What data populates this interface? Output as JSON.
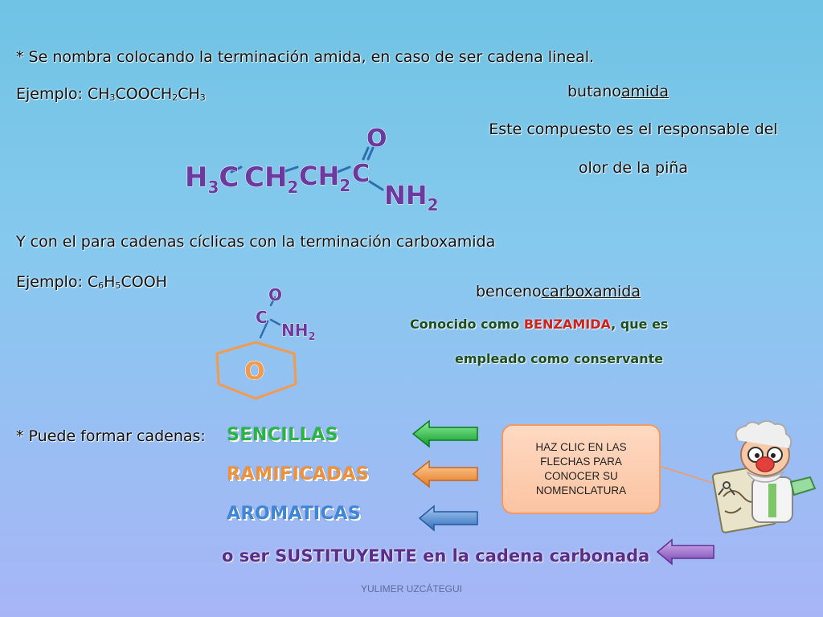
{
  "lines": {
    "rule1": "* Se nombra colocando la terminación amida, en caso de ser cadena lineal.",
    "example1_prefix": "Ejemplo:  ",
    "example1_formula": [
      "CH",
      "3",
      "COOCH",
      "2",
      "CH",
      "3"
    ],
    "name1_prefix": "butano",
    "name1_suffix": "amida",
    "desc1_line1": "Este compuesto es el responsable del",
    "desc1_line2": "olor de la piña",
    "rule2": "Y con el para cadenas cíclicas con la terminación carboxamida",
    "example2_prefix": "Ejemplo: ",
    "example2_formula": [
      "C",
      "6",
      "H",
      "5",
      "COOH"
    ],
    "name2_prefix": "benceno",
    "name2_suffix": "carboxamida",
    "desc2_part1": "Conocido como ",
    "desc2_highlight": "BENZAMIDA",
    "desc2_part2": ", que es",
    "desc2_line2": "empleado como conservante",
    "rule3_prefix": "* Puede formar cadenas: ",
    "chain_simple": "SENCILLAS",
    "chain_branched": "RAMIFICADAS",
    "chain_aromatic": "AROMATICAS",
    "substituent": "o ser SUSTITUYENTE en la cadena carbonada"
  },
  "structure1": {
    "h3c": "H",
    "h3c_sub": "3",
    "h3c_c": "C",
    "ch2a": "CH",
    "ch2a_sub": "2",
    "ch2b": "CH",
    "ch2b_sub": "2",
    "c": "C",
    "o": "O",
    "nh2": "NH",
    "nh2_sub": "2"
  },
  "structure2": {
    "o": "O",
    "c": "C",
    "nh2": "NH",
    "nh2_sub": "2",
    "ring": "O"
  },
  "callout": "HAZ CLIC EN LAS FLECHAS PARA CONOCER  SU NOMENCLATURA",
  "footer": "YULIMER UZCÁTEGUI",
  "colors": {
    "arrow_green": "#1fbf3a",
    "arrow_orange": "#f5963a",
    "arrow_blue": "#4c86cf",
    "arrow_purple": "#8b5bbf",
    "chem_purple": "#6b3aa0",
    "bond_blue": "#2f6fb0",
    "ring_orange": "#f39a4d",
    "highlight_red": "#d0201a",
    "desc_green": "#1e4e1e"
  },
  "icons": [
    "arrow-left-icon",
    "scientist-icon"
  ]
}
